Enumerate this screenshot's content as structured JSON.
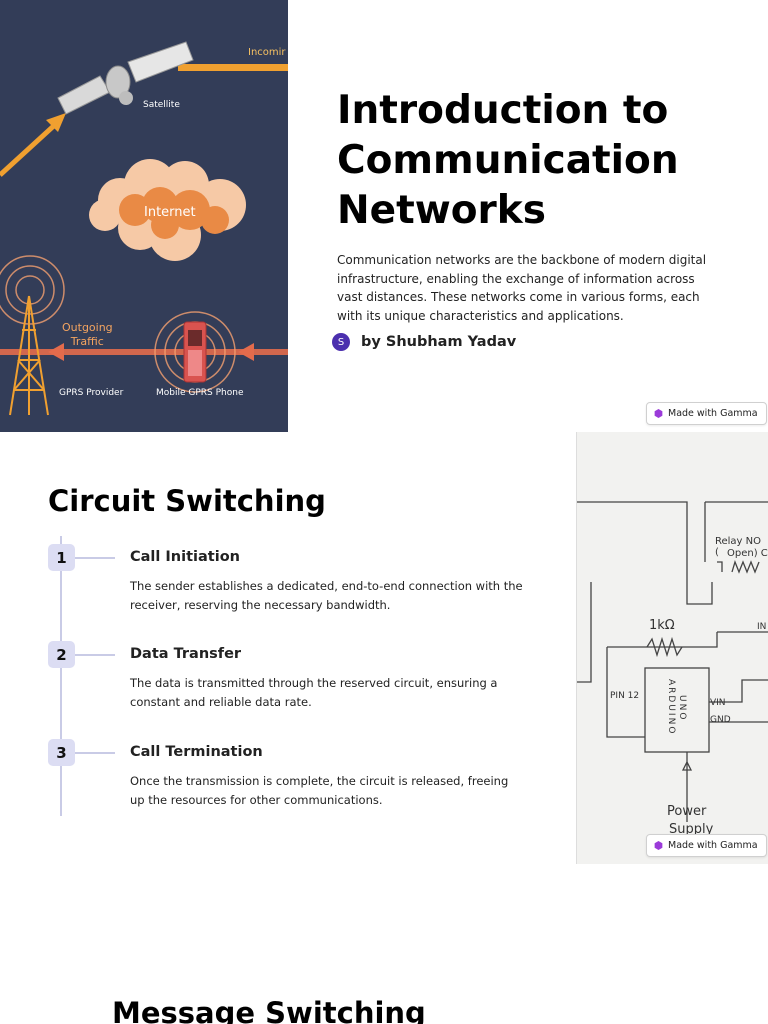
{
  "slide1": {
    "title": "Introduction to Communication Networks",
    "description": " Communication networks are the backbone of modern digital infrastructure, enabling the exchange of information across vast distances. These networks come in various forms, each with its unique characteristics and applications.",
    "author_initial": "S",
    "author": "by Shubham Yadav",
    "illustration": {
      "satellite_label": "Satellite",
      "internet_label": "Internet",
      "incoming_label": "Incomir",
      "outgoing_label_line1": "Outgoing",
      "outgoing_label_line2": "Traffic",
      "gprs_provider_label": "GPRS Provider",
      "mobile_label": "Mobile GPRS Phone"
    },
    "badge": "Made with Gamma"
  },
  "slide2": {
    "title": "Circuit Switching",
    "steps": [
      {
        "number": "1",
        "title": "Call Initiation",
        "description": "The sender establishes a dedicated, end-to-end connection with the receiver, reserving the necessary bandwidth."
      },
      {
        "number": "2",
        "title": "Data Transfer",
        "description": "The data is transmitted through the reserved circuit, ensuring a constant and reliable data rate."
      },
      {
        "number": "3",
        "title": "Call Termination",
        "description": "Once the transmission is complete, the circuit is released, freeing up the resources for other communications."
      }
    ],
    "sketch": {
      "relay_line1": "Relay NO (",
      "relay_line2": "Open) C",
      "resistor": "1kΩ",
      "pin": "PIN 12",
      "arduino": "ARDUINO",
      "uno": "UNO",
      "vin": "VIN",
      "gnd": "GND",
      "in": "IN",
      "power1": "Power",
      "power2": "Supply"
    },
    "badge": "Made with Gamma"
  },
  "slide3": {
    "title": "Message Switching"
  },
  "colors": {
    "illustration_bg": "#333d58",
    "accent_orange": "#f0a030",
    "avatar": "#4b2fae",
    "step_badge": "#dcddf3"
  }
}
